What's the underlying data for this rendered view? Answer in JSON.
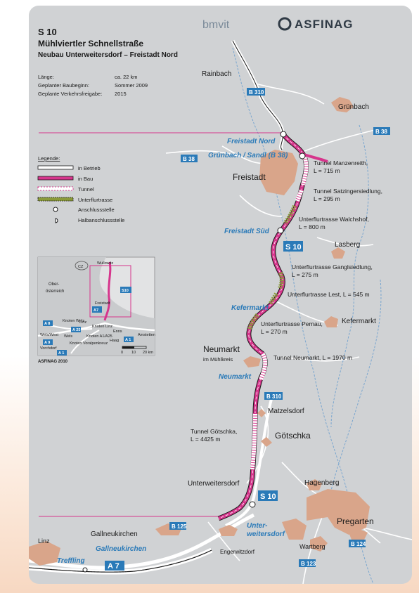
{
  "header": {
    "road": "S 10",
    "name": "Mühlviertler Schnellstraße",
    "subtitle": "Neubau Unterweitersdorf – Freistadt Nord",
    "info": [
      {
        "label": "Länge:",
        "value": "ca. 22 km"
      },
      {
        "label": "Geplanter Baubeginn:",
        "value": "Sommer 2009"
      },
      {
        "label": "Geplante Verkehrsfreigabe:",
        "value": "2015"
      }
    ]
  },
  "logos": {
    "bmvit": "bmvit",
    "asfinag": "ASFINAG"
  },
  "legend": {
    "title": "Legende:",
    "items": [
      "in Betrieb",
      "in Bau",
      "Tunnel",
      "Unterflurtrasse",
      "Anschlussstelle",
      "Halbanschlussstelle"
    ]
  },
  "inset": {
    "cz": "CZ",
    "wullowitz": "Wullowitz",
    "region1": "Ober-",
    "region2": "österreich",
    "freistadt": "Freistadt",
    "s10": "S10",
    "a7": "A7",
    "linz": "Linz",
    "knoten_linz": "Knoten Linz",
    "enns": "Enns",
    "a8": "A 8",
    "a25": "A 25",
    "a9": "A 9",
    "a1a": "A 1",
    "a1b": "A 1",
    "wels_west": "Wels/West",
    "knoten_wels": "Knoten Wels",
    "wels": "Wels",
    "vorchdorf": "Vorchdorf",
    "knoten_a1a25": "Knoten A1/A25",
    "haag": "Haag",
    "amstetten": "Amstetten",
    "knoten_voralp": "Knoten Voralpenkreuz",
    "scale0": "0",
    "scale10": "10",
    "scale20": "20 km",
    "credit": "ASFINAG 2010"
  },
  "places": {
    "rainbach": "Rainbach",
    "gruenbach": "Grünbach",
    "freistadt": "Freistadt",
    "lasberg": "Lasberg",
    "kefermarkt": "Kefermarkt",
    "neumarkt": "Neumarkt",
    "neumarkt_sub": "im Mühlkreis",
    "matzelsdorf": "Matzelsdorf",
    "goetschka": "Götschka",
    "unterweitersdorf": "Unterweitersdorf",
    "hagenberg": "Hagenberg",
    "pregarten": "Pregarten",
    "gallneukirchen": "Gallneukirchen",
    "engerwitzdorf": "Engerwitzdorf",
    "wartberg": "Wartberg",
    "linz": "Linz"
  },
  "junctions": {
    "freistadt_nord": "Freistadt Nord",
    "gruenbach_sandl": "Grünbach / Sandl (B 38)",
    "freistadt_sued": "Freistadt Süd",
    "kefermarkt": "Kefermarkt",
    "neumarkt": "Neumarkt",
    "unterweitersdorf1": "Unter-",
    "unterweitersdorf2": "weitersdorf",
    "gallneukirchen": "Gallneukirchen",
    "treffling": "Treffling"
  },
  "roads": {
    "b310a": "B 310",
    "b38a": "B 38",
    "b38b": "B 38",
    "s10a": "S 10",
    "s10b": "S 10",
    "b310b": "B 310",
    "b125": "B 125",
    "b124": "B 124",
    "b123": "B 123",
    "a7": "A 7"
  },
  "structures": [
    {
      "name": "Tunnel Manzenreith,",
      "len": "L = 715 m"
    },
    {
      "name": "Tunnel Satzingersiedlung,",
      "len": "L = 295 m"
    },
    {
      "name": "Unterflurtrasse Walchshof,",
      "len": "L = 800 m"
    },
    {
      "name": "Unterflurtrasse Ganglsiedlung,",
      "len": "L = 275 m"
    },
    {
      "name": "Unterflurtrasse Lest, L = 545 m",
      "len": ""
    },
    {
      "name": "Unterflurtrasse Pernau,",
      "len": "L = 270 m"
    },
    {
      "name": "Tunnel Neumarkt, L = 1970 m",
      "len": ""
    },
    {
      "name": "Tunnel Götschka,",
      "len": "L = 4425 m"
    }
  ],
  "colors": {
    "in_bau": "#d6358c",
    "road_label": "#2a7ab8",
    "unterflur": "#8a9a3a"
  }
}
